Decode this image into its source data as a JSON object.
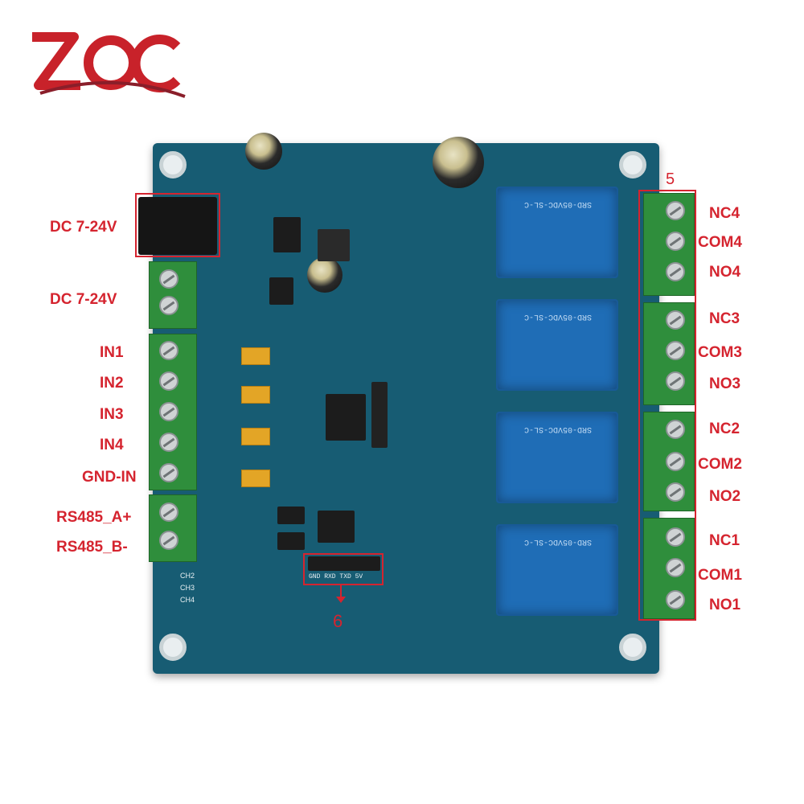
{
  "logo": {
    "text": "ZQC",
    "color": "#c8222a",
    "accent": "#8a1e2a"
  },
  "labels": {
    "left": {
      "dc_jack": "DC 7-24V",
      "dc_terminal": "DC 7-24V",
      "in1": "IN1",
      "in2": "IN2",
      "in3": "IN3",
      "in4": "IN4",
      "gnd_in": "GND-IN",
      "rs485_a": "RS485_A+",
      "rs485_b": "RS485_B-"
    },
    "right": {
      "group_number": "5",
      "nc4": "NC4",
      "com4": "COM4",
      "no4": "NO4",
      "nc3": "NC3",
      "com3": "COM3",
      "no3": "NO3",
      "nc2": "NC2",
      "com2": "COM2",
      "no2": "NO2",
      "nc1": "NC1",
      "com1": "COM1",
      "no1": "NO1"
    },
    "bottom": {
      "header_number": "6"
    },
    "silkscreen": {
      "channels": [
        "CH2",
        "CH3",
        "CH4"
      ],
      "uart": "GND RXD TXD 5V",
      "relay_model": "SRD-05VDC-SL-C"
    }
  },
  "colors": {
    "label_red": "#d5242f",
    "pcb_blue": "#175c73",
    "relay_blue": "#1f6db6",
    "terminal_green": "#2f8e3c"
  }
}
